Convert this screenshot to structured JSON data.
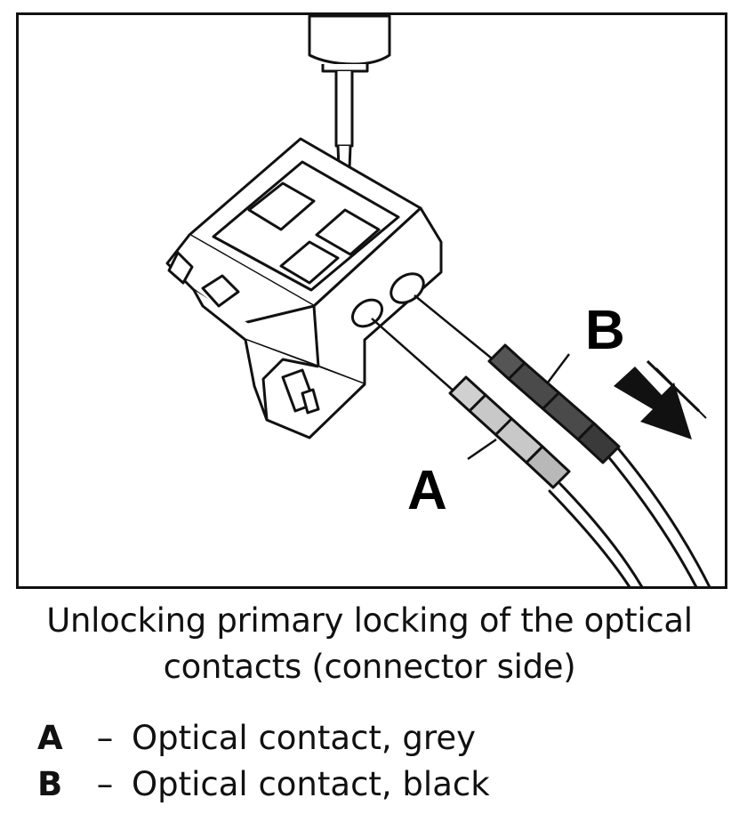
{
  "diagram": {
    "callouts": {
      "a": "A",
      "b": "B"
    }
  },
  "caption": {
    "line1": "Unlocking primary locking of the optical",
    "line2": "contacts (connector side)"
  },
  "legend": [
    {
      "key": "A",
      "dash": "–",
      "text": "Optical contact, grey"
    },
    {
      "key": "B",
      "dash": "–",
      "text": "Optical contact, black"
    }
  ],
  "colors": {
    "grey_contact": "#c8c8c8",
    "black_contact": "#4a4a4a",
    "stroke": "#111111"
  }
}
